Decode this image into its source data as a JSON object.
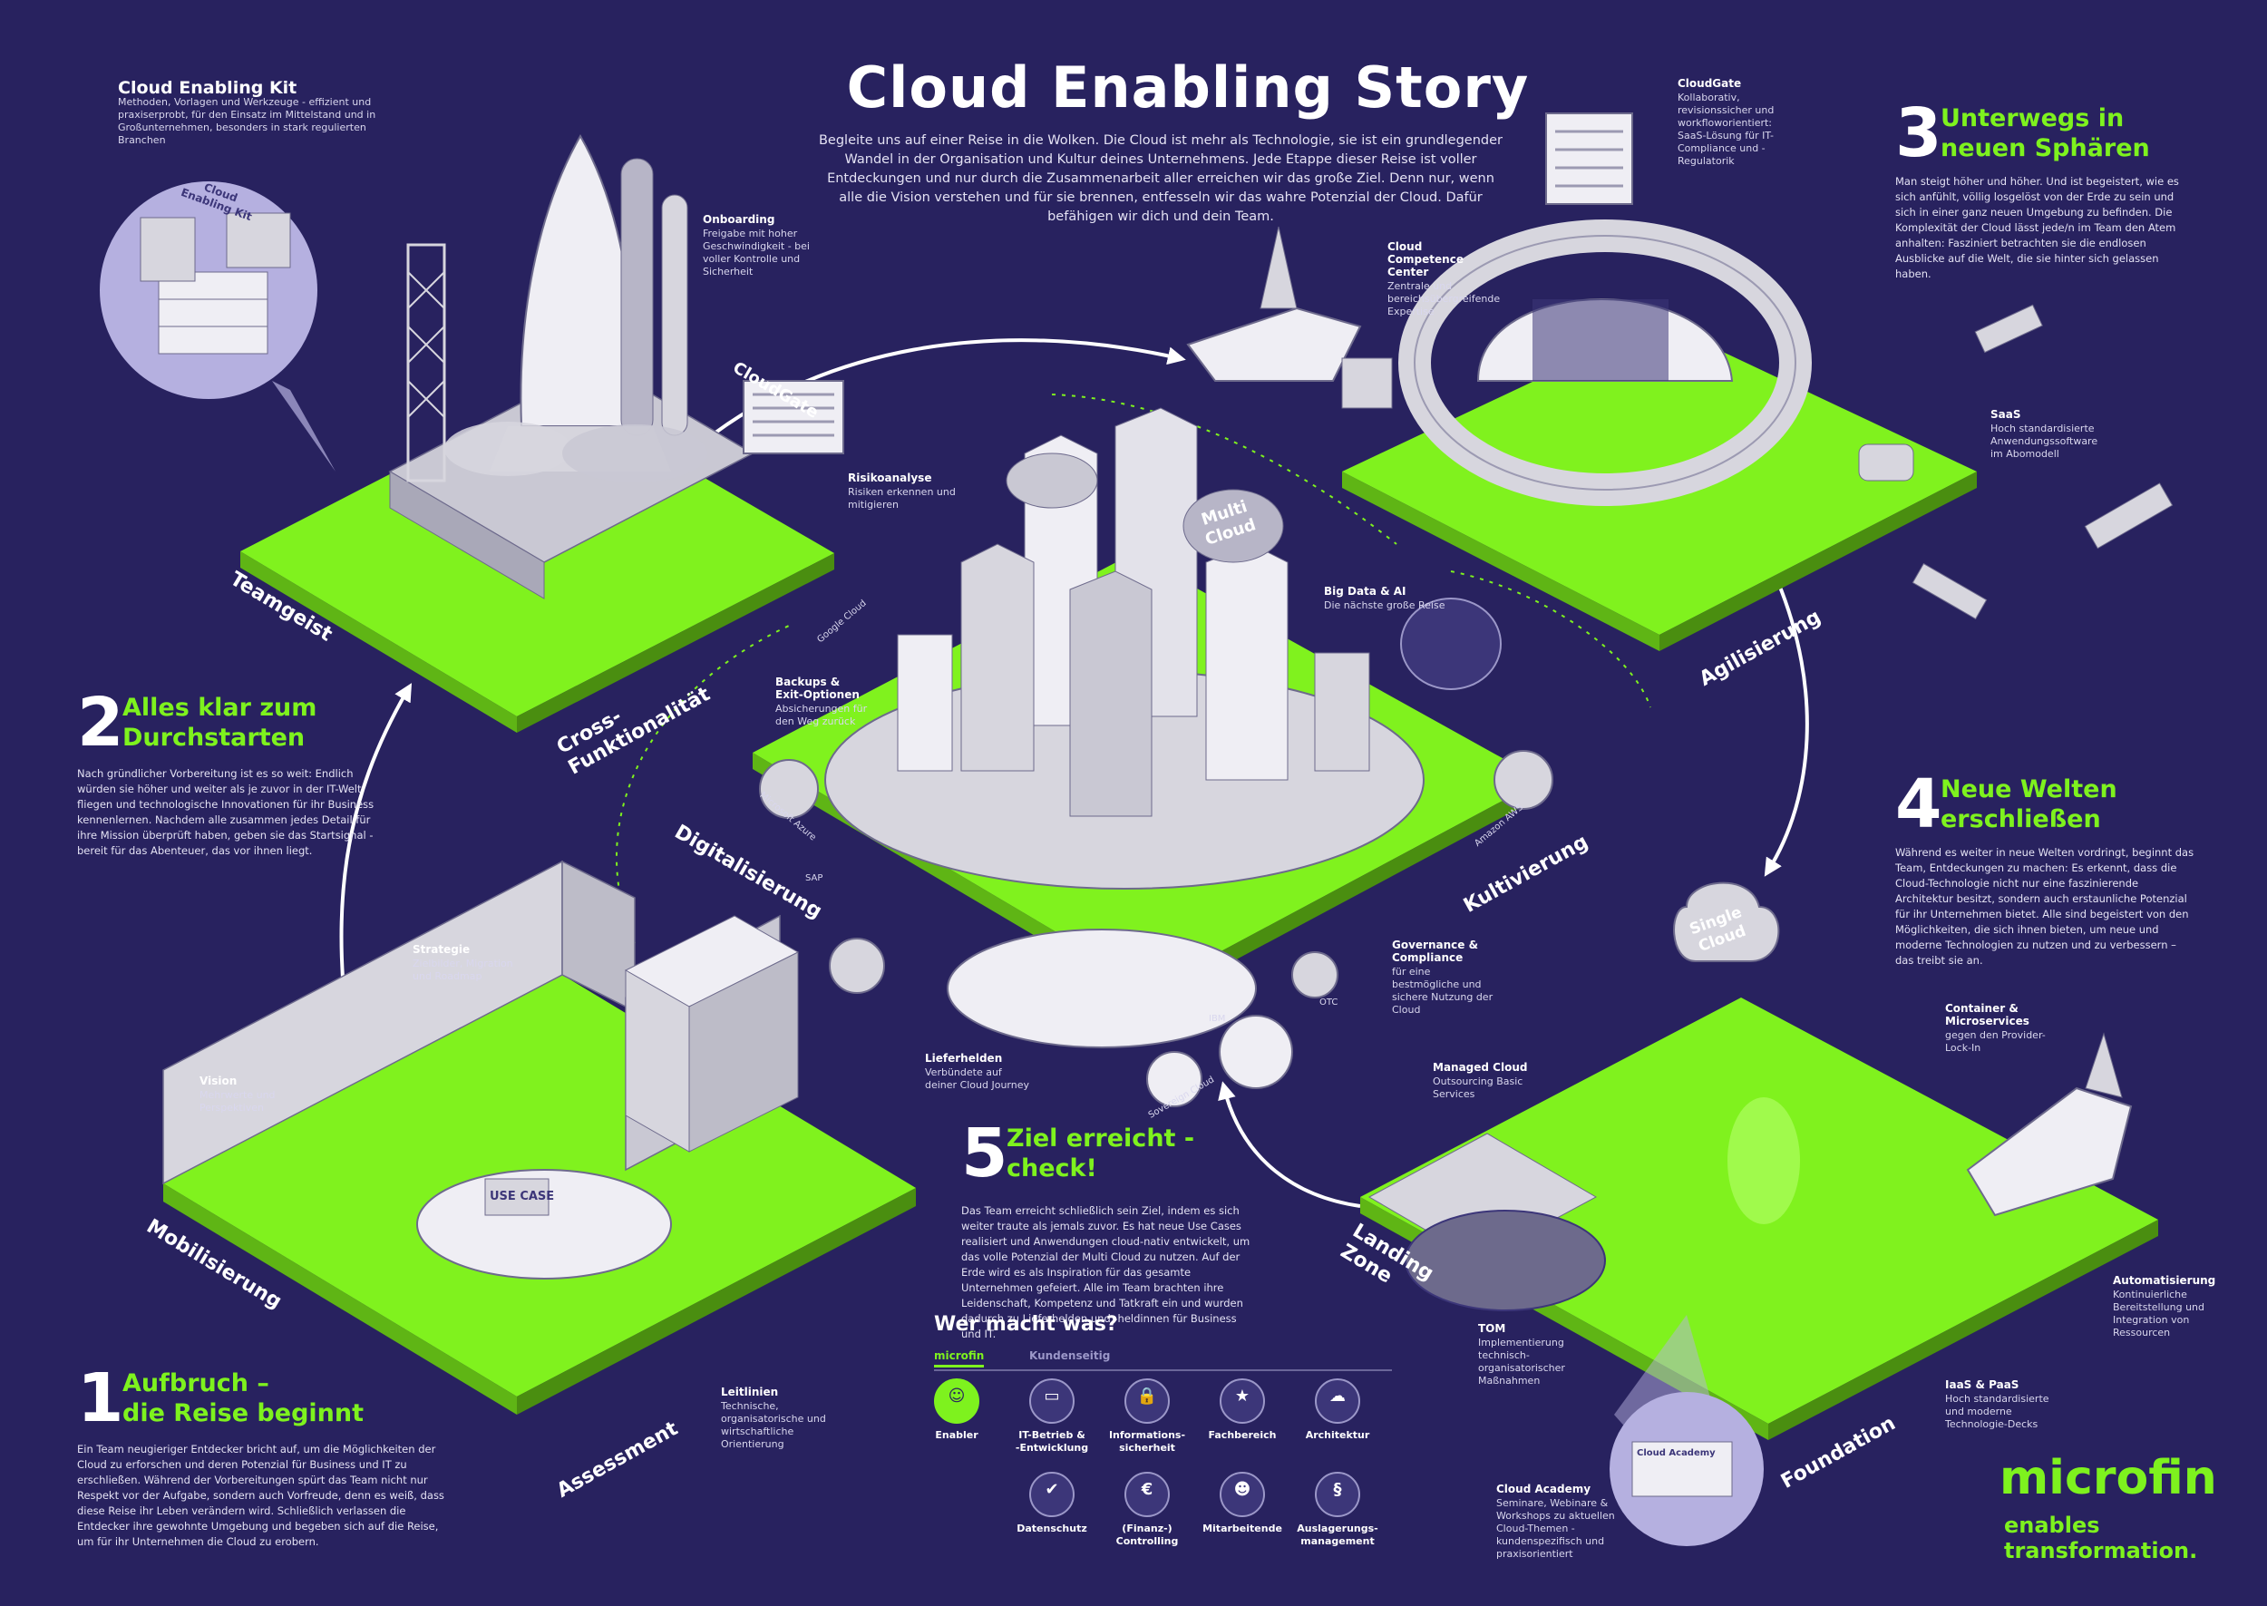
{
  "title": "Cloud Enabling Story",
  "intro": "Begleite uns auf einer Reise in die Wolken. Die Cloud ist mehr als Technologie, sie ist ein grundlegender Wandel in der Organisation und Kultur deines Unternehmens. Jede Etappe dieser Reise ist voller Entdeckungen und nur durch die Zusammenarbeit aller erreichen wir das große Ziel. Denn nur, wenn alle die Vision verstehen und für sie brennen, entfesseln wir das wahre Potenzial der Cloud. Dafür befähigen wir dich und dein Team.",
  "colors": {
    "background": "#28225f",
    "accent_green": "#7ef21e",
    "platform_gray": "#d7d6de"
  },
  "steps": [
    {
      "num": "1",
      "head": "Aufbruch –\ndie Reise beginnt",
      "body": "Ein Team neugieriger Entdecker bricht auf, um die Möglichkeiten der Cloud zu erforschen und deren Potenzial für Business und IT zu erschließen. Während der Vorbereitungen spürt das Team nicht nur Respekt vor der Aufgabe, sondern auch Vorfreude, denn es weiß, dass diese Reise ihr Leben verändern wird. Schließlich verlassen die Entdecker ihre gewohnte Umgebung und begeben sich auf die Reise, um für ihr Unternehmen die Cloud zu erobern."
    },
    {
      "num": "2",
      "head": "Alles klar zum\nDurchstarten",
      "body": "Nach gründlicher Vorbereitung ist es so weit: Endlich würden sie höher und weiter als je zuvor in der IT-Welt fliegen und technologische Innovationen für ihr Business kennenlernen. Nachdem alle zusammen jedes Detail für ihre Mission überprüft haben, geben sie das Startsignal - bereit für das Abenteuer, das vor ihnen liegt."
    },
    {
      "num": "3",
      "head": "Unterwegs in\nneuen Sphären",
      "body": "Man steigt höher und höher. Und ist begeistert, wie es sich anfühlt, völlig losgelöst von der Erde zu sein und sich in einer ganz neuen Umgebung zu befinden. Die Komplexität der Cloud lässt jede/n im Team den Atem anhalten: Fasziniert betrachten sie die endlosen Ausblicke auf die Welt, die sie hinter sich gelassen haben."
    },
    {
      "num": "4",
      "head": "Neue Welten\nerschließen",
      "body": "Während es weiter in neue Welten vordringt, beginnt das Team, Entdeckungen zu machen: Es erkennt, dass die Cloud-Technologie nicht nur eine faszinierende Architektur besitzt, sondern auch erstaunliche Potenzial für ihr Unternehmen bietet. Alle sind begeistert von den Möglichkeiten, die sich ihnen bieten, um neue und moderne Technologien zu nutzen und zu verbessern – das treibt sie an."
    },
    {
      "num": "5",
      "head": "Ziel erreicht -\ncheck!",
      "body": "Das Team erreicht schließlich sein Ziel, indem es sich weiter traute als jemals zuvor. Es hat neue Use Cases realisiert und Anwendungen cloud-nativ entwickelt, um das volle Potenzial der Multi Cloud zu nutzen. Auf der Erde wird es als Inspiration für das gesamte Unternehmen gefeiert. Alle im Team brachten ihre Leidenschaft, Kompetenz und Tatkraft ein und wurden dadurch zu Lieferhelden und -heldinnen für Business und IT."
    }
  ],
  "labels": {
    "kit": {
      "title": "Cloud Enabling Kit",
      "text": "Methoden, Vorlagen und Werkzeuge - effizient und praxiserprobt, für den Einsatz im Mittelstand und in Großunternehmen, besonders in stark regulierten Branchen"
    },
    "onboarding": {
      "title": "Onboarding",
      "text": "Freigabe mit hoher Geschwindigkeit - bei voller Kontrolle und Sicherheit"
    },
    "risiko": {
      "title": "Risikoanalyse",
      "text": "Risiken erkennen und mitigieren"
    },
    "cloudgate": {
      "title": "CloudGate",
      "text": "Kollaborativ, revisionssicher und workfloworientiert: SaaS-Lösung für IT-Compliance und -Regulatorik"
    },
    "ccc": {
      "title": "Cloud Competence Center",
      "text": "Zentrale und bereichsübergreifende Expertise"
    },
    "saas": {
      "title": "SaaS",
      "text": "Hoch standardisierte Anwendungssoftware im Abomodell"
    },
    "bigdata": {
      "title": "Big Data & AI",
      "text": "Die nächste große Reise"
    },
    "backups": {
      "title": "Backups & Exit-Optionen",
      "text": "Absicherungen für den Weg zurück"
    },
    "strategie": {
      "title": "Strategie",
      "text": "Zielbilder, Migration und Roadmap"
    },
    "vision": {
      "title": "Vision",
      "text": "Mehrwerte und Perspektiven"
    },
    "governance": {
      "title": "Governance & Compliance",
      "text": "für eine bestmögliche und sichere Nutzung der Cloud"
    },
    "lieferhelden": {
      "title": "Lieferhelden",
      "text": "Verbündete auf deiner Cloud Journey"
    },
    "managed": {
      "title": "Managed Cloud",
      "text": "Outsourcing Basic Services"
    },
    "container": {
      "title": "Container & Microservices",
      "text": "gegen den Provider-Lock-In"
    },
    "automatisierung": {
      "title": "Automatisierung",
      "text": "Kontinuierliche Bereitstellung und Integration von Ressourcen"
    },
    "iaas": {
      "title": "IaaS & PaaS",
      "text": "Hoch standardisierte und moderne Technologie-Decks"
    },
    "tom": {
      "title": "TOM",
      "text": "Implementierung technisch-organisatorischer Maßnahmen"
    },
    "academy": {
      "title": "Cloud Academy",
      "text": "Seminare, Webinare & Workshops zu aktuellen Cloud-Themen - kundenspezifisch und praxisorientiert"
    },
    "leitlinien": {
      "title": "Leitlinien",
      "text": "Technische, organisatorische und wirtschaftliche Orientierung"
    }
  },
  "phases": {
    "teamgeist": "Teamgeist",
    "cross": "Cross-\nFunktionalität",
    "mobilisierung": "Mobilisierung",
    "assessment": "Assessment",
    "digitalisierung": "Digitalisierung",
    "kultivierung": "Kultivierung",
    "agilisierung": "Agilisierung",
    "landing": "Landing\nZone",
    "foundation": "Foundation"
  },
  "scene_text": {
    "cloudgate_sign": "CloudGate",
    "kit_sign": "Cloud\nEnabling Kit",
    "multi_cloud": "Multi\nCloud",
    "single_cloud": "Single\nCloud",
    "use_case": "USE CASE",
    "google": "Google Cloud",
    "azure": "Microsoft Azure",
    "sap": "SAP",
    "aws": "Amazon AWS",
    "ibm": "IBM",
    "otc": "OTC",
    "sovereign": "Sovereign Cloud",
    "academy_sign": "Cloud Academy"
  },
  "who": {
    "title": "Wer macht was?",
    "tab_microfin": "microfin",
    "tab_kunde": "Kundenseitig",
    "roles": [
      {
        "label": "Enabler",
        "icon": "enabler-icon",
        "glyph": "☺"
      },
      {
        "label": "IT-Betrieb &\n-Entwicklung",
        "icon": "monitor-icon",
        "glyph": "▭"
      },
      {
        "label": "Informations-\nsicherheit",
        "icon": "lock-icon",
        "glyph": "🔒"
      },
      {
        "label": "Fachbereich",
        "icon": "star-icon",
        "glyph": "★"
      },
      {
        "label": "Architektur",
        "icon": "cloud-icon",
        "glyph": "☁"
      },
      {
        "label": "Datenschutz",
        "icon": "shield-icon",
        "glyph": "✔"
      },
      {
        "label": "(Finanz-)\nControlling",
        "icon": "euro-icon",
        "glyph": "€"
      },
      {
        "label": "Mitarbeitende",
        "icon": "people-icon",
        "glyph": "☻"
      },
      {
        "label": "Auslagerungs-\nmanagement",
        "icon": "paragraph-icon",
        "glyph": "§"
      }
    ]
  },
  "brand": {
    "logo": "microfin",
    "tagline": "enables\ntransformation."
  }
}
